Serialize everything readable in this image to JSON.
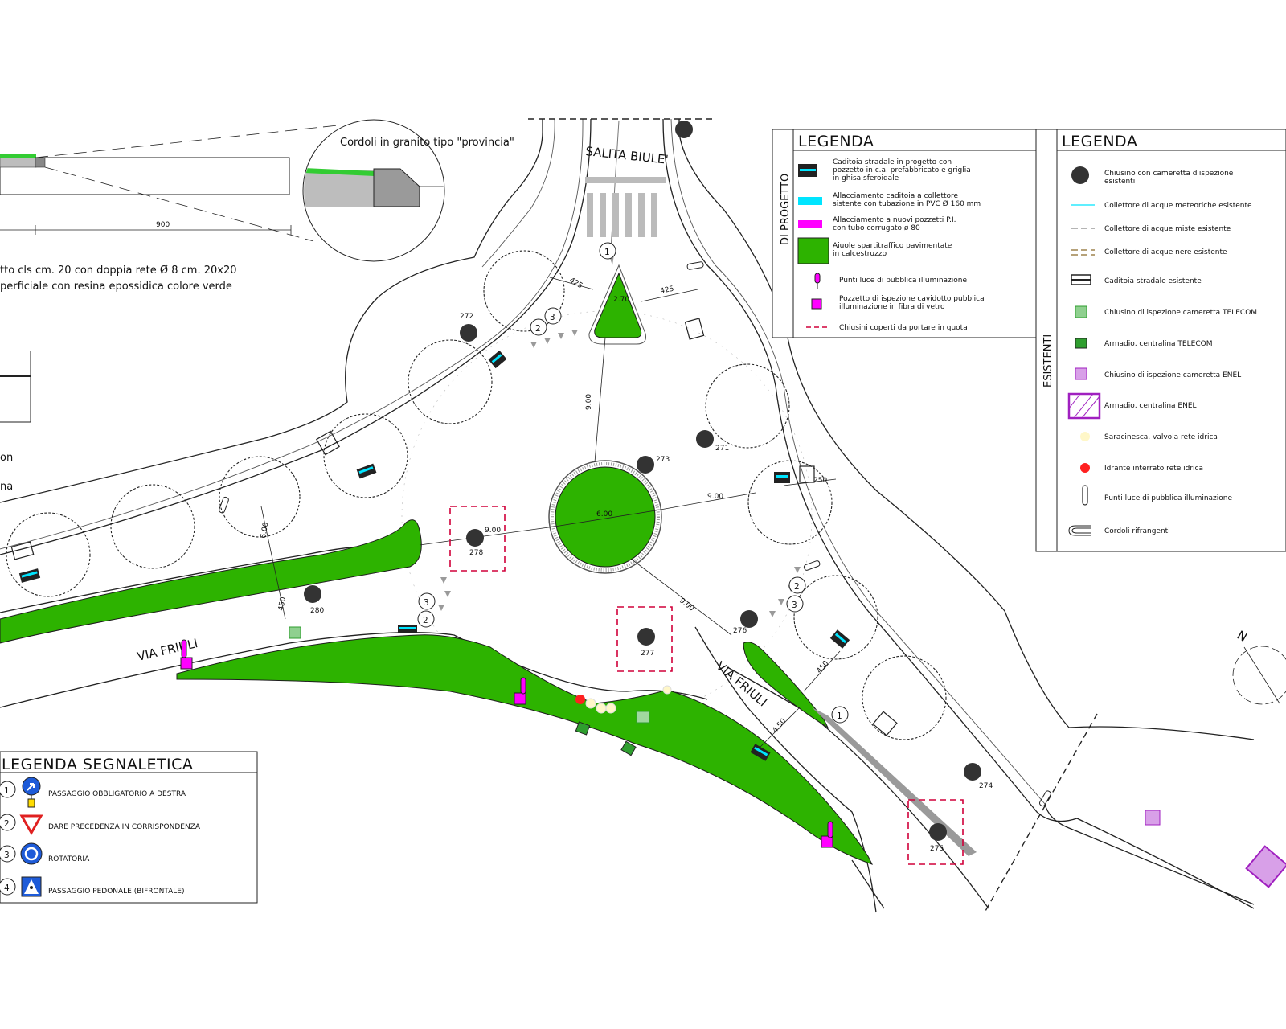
{
  "detail": {
    "callout": "Cordoli in granito tipo \"provincia\"",
    "dim_900": "900",
    "note_line1": "tto cls cm. 20 con doppia rete Ø 8 cm. 20x20",
    "note_line2": "perficiale con resina epossidica colore verde",
    "frag1": "on",
    "frag2": "na"
  },
  "streets": {
    "north": "SALITA BIULE'",
    "west": "VIA FRIULI",
    "south": "VIA FRIULI"
  },
  "dimensions": {
    "d_900_a": "9.00",
    "d_900_b": "9.00",
    "d_900_c": "9.00",
    "d_900_d": "9.00",
    "d_600": "6.00",
    "d_270": "2.70",
    "d_425a": "425",
    "d_425b": "425",
    "d_250": "250",
    "d_450a": "450",
    "d_450b": "450",
    "d_450c": "4.50",
    "d_600b": "6.00"
  },
  "manholes": {
    "m272": "272",
    "m273": "273",
    "m271": "271",
    "m278": "278",
    "m280": "280",
    "m277": "277",
    "m276": "276",
    "m274": "274",
    "m275": "275"
  },
  "legend_progetto": {
    "title": "LEGENDA",
    "side_label": "DI PROGETTO",
    "items": [
      {
        "line1": "Caditoia stradale in progetto  con",
        "line2": "pozzetto in c.a. prefabbricato e griglia",
        "line3": "in ghisa sferoidale"
      },
      {
        "line1": "Allacciamento caditoia a collettore",
        "line2": "sistente con tubazione in PVC Ø 160 mm"
      },
      {
        "line1": "Allacciamento a nuovi pozzetti P.I.",
        "line2": "con tubo corrugato ø 80"
      },
      {
        "line1": "Aiuole spartitraffico pavimentate",
        "line2": "in calcestruzzo"
      },
      {
        "line1": "Punti luce di pubblica illuminazione"
      },
      {
        "line1": "Pozzetto di ispezione cavidotto pubblica",
        "line2": "illuminazione in fibra di vetro"
      },
      {
        "line1": "Chiusini coperti da portare in quota"
      }
    ]
  },
  "legend_esistenti": {
    "title": "LEGENDA",
    "side_label": "ESISTENTI",
    "items": [
      {
        "line1": "Chiusino con cameretta d'ispezione",
        "line2": "esistenti"
      },
      {
        "line1": "Collettore di acque meteoriche esistente"
      },
      {
        "line1": "Collettore di acque miste esistente"
      },
      {
        "line1": "Collettore di acque nere esistente"
      },
      {
        "line1": "Caditoia stradale esistente"
      },
      {
        "line1": "Chiusino di ispezione cameretta TELECOM"
      },
      {
        "line1": "Armadio, centralina TELECOM"
      },
      {
        "line1": "Chiusino di ispezione cameretta ENEL"
      },
      {
        "line1": "Armadio, centralina ENEL"
      },
      {
        "line1": "Saracinesca, valvola rete idrica"
      },
      {
        "line1": "Idrante interrato rete idrica"
      },
      {
        "line1": "Punti luce di pubblica illuminazione"
      },
      {
        "line1": "Cordoli rifrangenti"
      }
    ]
  },
  "legend_segnaletica": {
    "title": "LEGENDA  SEGNALETICA",
    "items": [
      {
        "num": "1",
        "label": "PASSAGGIO OBBLIGATORIO A DESTRA"
      },
      {
        "num": "2",
        "label": "DARE PRECEDENZA IN CORRISPONDENZA"
      },
      {
        "num": "3",
        "label": "ROTATORIA"
      },
      {
        "num": "4",
        "label": "PASSAGGIO PEDONALE (BIFRONTALE)"
      }
    ]
  },
  "sign_markers": {
    "s1a": "1",
    "s1b": "1",
    "s2a": "2",
    "s2b": "2",
    "s2c": "2",
    "s3a": "3",
    "s3b": "3",
    "s3c": "3"
  },
  "north": "N",
  "colors": {
    "green": "#2db300",
    "cyan": "#00e5ff",
    "magenta": "#ff00ff",
    "red_dash": "#d0003a",
    "telecom_green": "#2f9e2f",
    "enel_purple": "#a020c0",
    "sign_blue": "#1e5bd8",
    "sign_red": "#e02020"
  }
}
